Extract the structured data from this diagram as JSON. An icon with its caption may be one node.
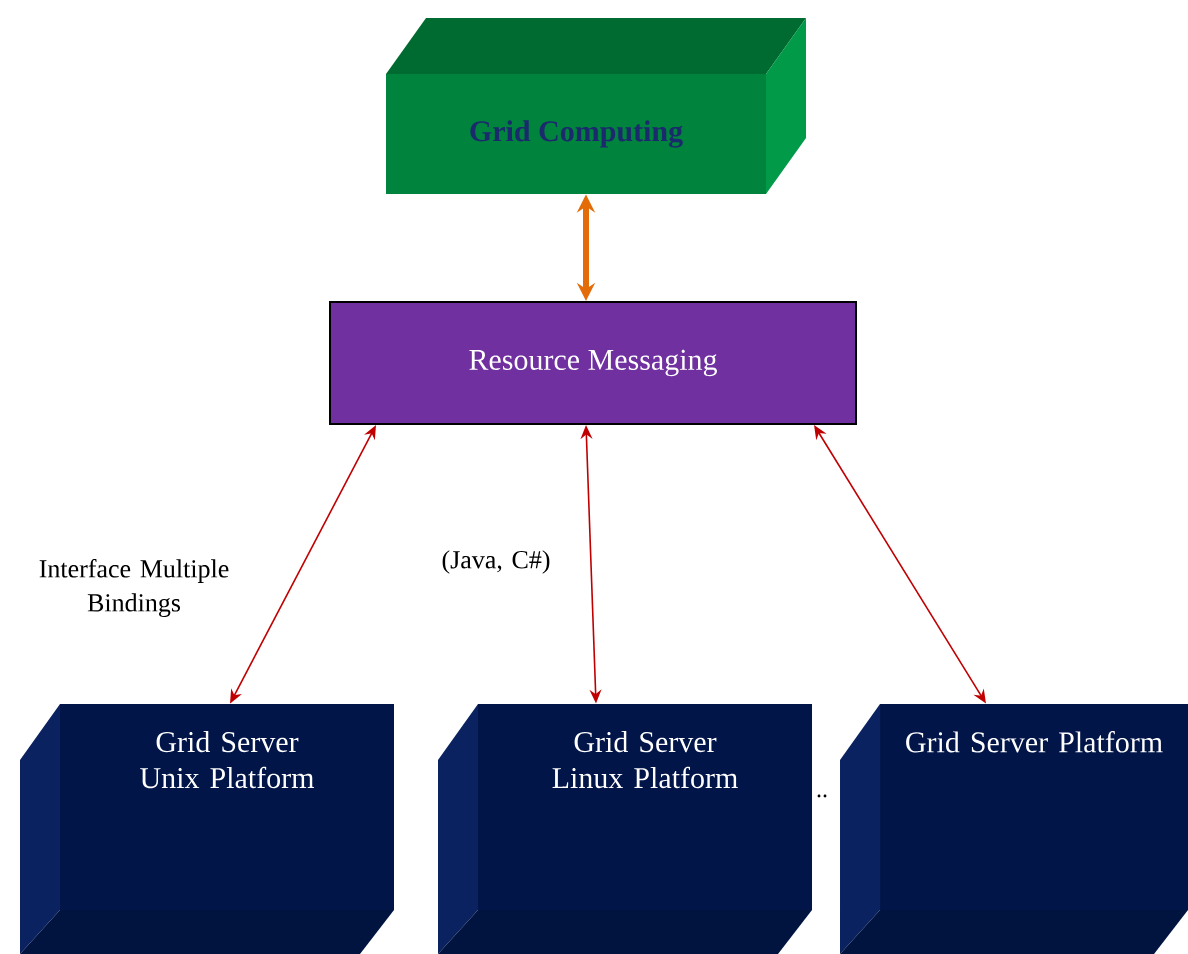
{
  "diagram": {
    "nodes": [
      {
        "text": [
          "Grid Computing"
        ]
      },
      {
        "text": [
          "Resource Messaging"
        ]
      },
      {
        "text": [
          "Grid Server Unix Platform"
        ]
      },
      {
        "text": [
          "Grid Server Linux Platform"
        ]
      },
      {
        "text": [
          "Grid Server Platform"
        ]
      }
    ],
    "edges": [
      {
        "from": 0,
        "to": 1,
        "arrow": "both",
        "style": "thick",
        "color": "#e36c09"
      },
      {
        "from": 1,
        "to": 2,
        "arrow": "both",
        "label": "Interface Multiple Bindings"
      },
      {
        "from": 1,
        "to": 3,
        "arrow": "both",
        "label": "(Java, C#)"
      },
      {
        "from": 1,
        "to": 4,
        "arrow": "both"
      }
    ],
    "labels": [
      ".."
    ]
  }
}
